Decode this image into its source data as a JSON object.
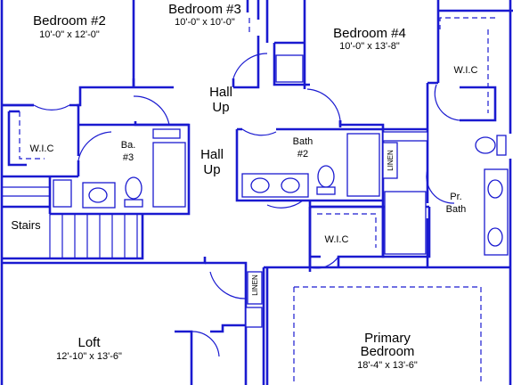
{
  "colors": {
    "wall": "#1a1ad0",
    "text": "#000000",
    "background": "#ffffff"
  },
  "rooms": {
    "bedroom2": {
      "name": "Bedroom #2",
      "dims": "10'-0\" x 12'-0\""
    },
    "bedroom3": {
      "name": "Bedroom #3",
      "dims": "10'-0\" x 10'-0\""
    },
    "bedroom4": {
      "name": "Bedroom #4",
      "dims": "10'-0\" x 13'-8\""
    },
    "loft": {
      "name": "Loft",
      "dims": "12'-10\" x 13'-6\""
    },
    "primary": {
      "name_line1": "Primary",
      "name_line2": "Bedroom",
      "dims": "18'-4\" x 13'-6\""
    },
    "hall_upper": {
      "line1": "Hall",
      "line2": "Up"
    },
    "hall_lower": {
      "line1": "Hall",
      "line2": "Up"
    },
    "bath3": {
      "line1": "Ba.",
      "line2": "#3"
    },
    "bath2": {
      "line1": "Bath",
      "line2": "#2"
    },
    "pr_bath": {
      "line1": "Pr.",
      "line2": "Bath"
    },
    "wic_left": "W.I.C",
    "wic_right": "W.I.C",
    "wic_center": "W.I.C",
    "stairs": "Stairs",
    "linen_upper": "LINEN",
    "linen_lower": "LINEN"
  }
}
